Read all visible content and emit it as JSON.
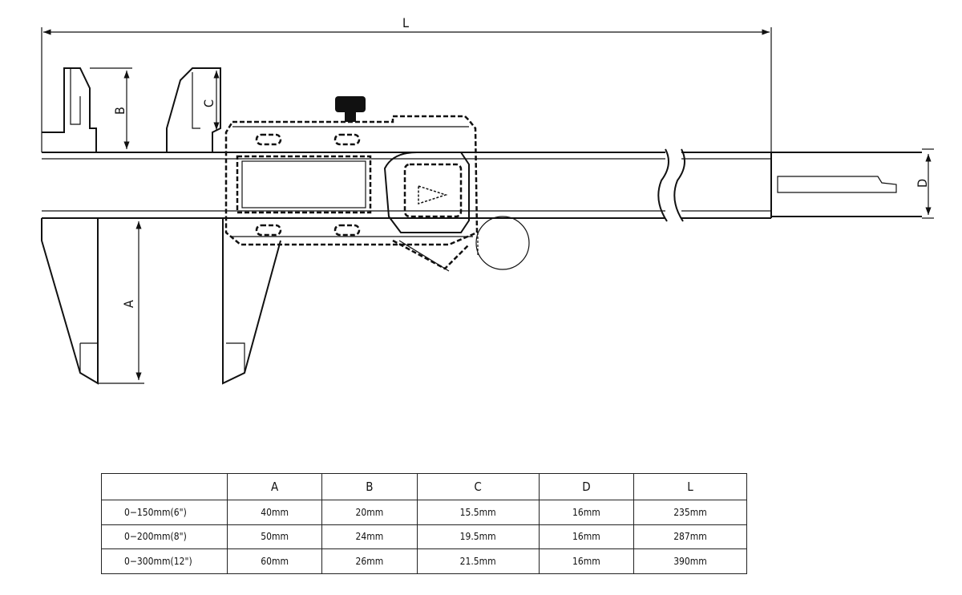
{
  "diagram": {
    "labels": {
      "L": "L",
      "A": "A",
      "B": "B",
      "C": "C",
      "D": "D"
    }
  },
  "table": {
    "headers": [
      "",
      "A",
      "B",
      "C",
      "D",
      "L"
    ],
    "rows": [
      [
        "0−150mm(6\")",
        "40mm",
        "20mm",
        "15.5mm",
        "16mm",
        "235mm"
      ],
      [
        "0−200mm(8\")",
        "50mm",
        "24mm",
        "19.5mm",
        "16mm",
        "287mm"
      ],
      [
        "0−300mm(12\")",
        "60mm",
        "26mm",
        "21.5mm",
        "16mm",
        "390mm"
      ]
    ]
  }
}
